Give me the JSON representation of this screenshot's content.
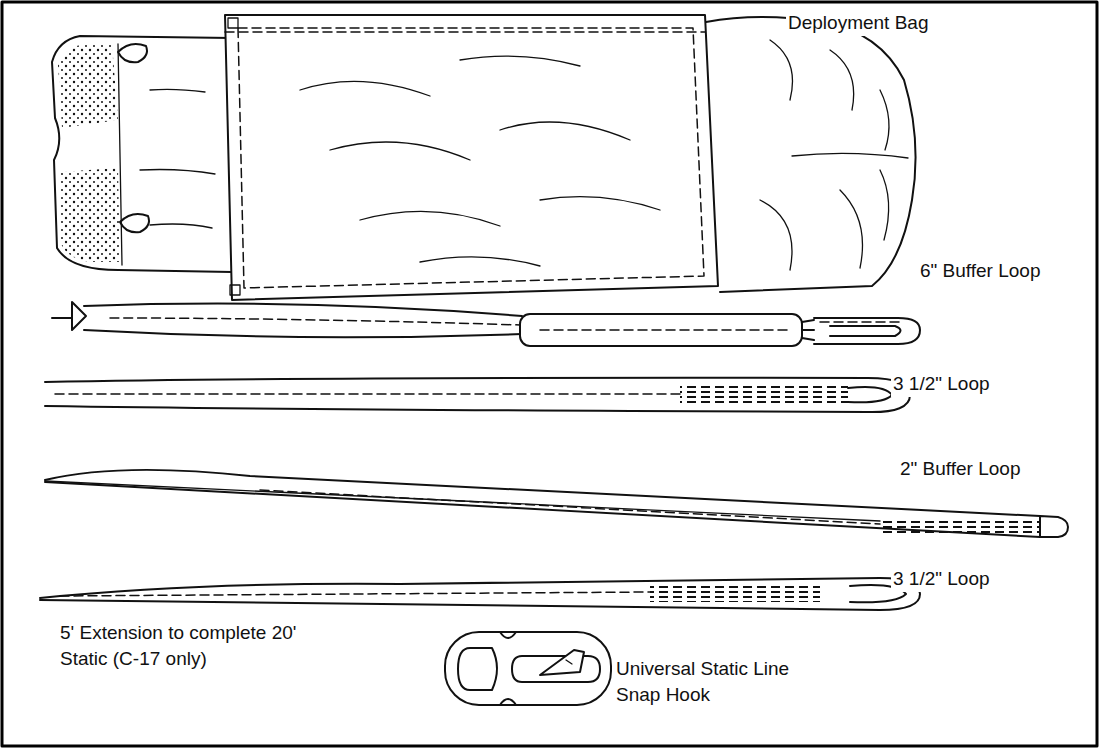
{
  "diagram": {
    "labels": [
      "Deployment Bag",
      "6\" Buffer Loop",
      "3 1/2\" Loop",
      "2\" Buffer Loop",
      "3 1/2\" Loop",
      "5' Extension to complete 20' Static (C-17 only)",
      "Universal Static Line Snap Hook"
    ]
  }
}
